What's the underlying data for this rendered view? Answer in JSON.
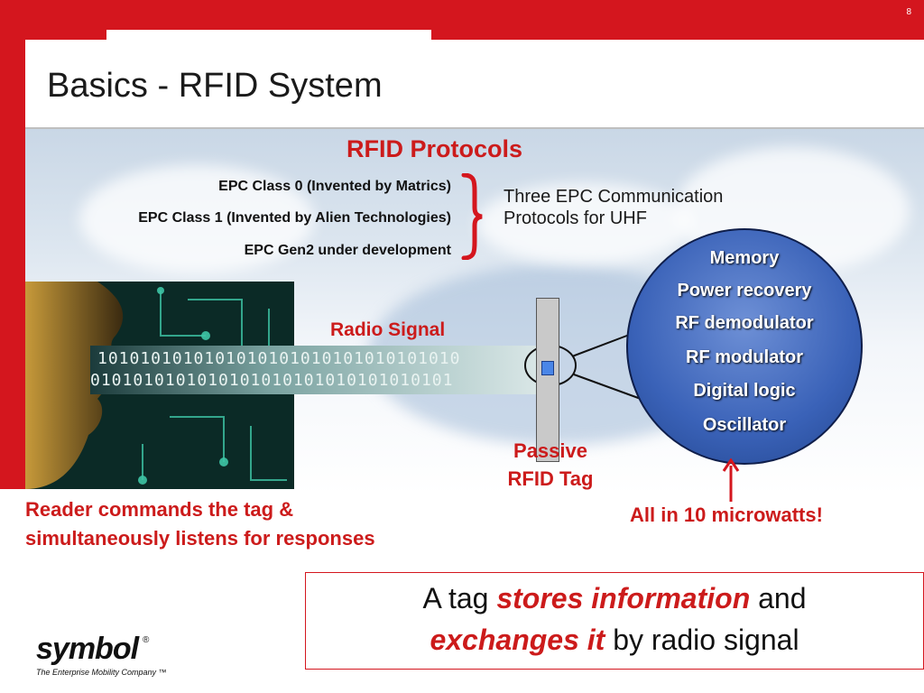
{
  "slide": {
    "page_number": "8",
    "title": "Basics - RFID System"
  },
  "protocols": {
    "heading": "RFID Protocols",
    "items": [
      "EPC Class 0 (Invented by Matrics)",
      "EPC Class 1 (Invented by Alien Technologies)",
      "EPC Gen2 under development"
    ],
    "description_line1": "Three EPC Communication",
    "description_line2": "Protocols for UHF"
  },
  "diagram": {
    "radio_signal_label": "Radio Signal",
    "tag_label_line1": "Passive",
    "tag_label_line2": "RFID Tag",
    "binary_top": "1010101010101010101010101010101010",
    "binary_bottom": "0101010101010101010101010101010101",
    "tag_components": [
      "Memory",
      "Power recovery",
      "RF demodulator",
      "RF modulator",
      "Digital logic",
      "Oscillator"
    ],
    "power_note": "All in 10 microwatts!",
    "reader_note_line1": "Reader commands the tag &",
    "reader_note_line2": "simultaneously listens for responses"
  },
  "summary_box": {
    "l1_pre": "A tag",
    "l1_em": "stores information",
    "l1_post": "and",
    "l2_em": "exchanges it",
    "l2_post": "by radio signal"
  },
  "logo": {
    "wordmark": "symbol",
    "registered": "®",
    "tagline": "The Enterprise Mobility Company ™"
  },
  "colors": {
    "brand_red": "#d4161e",
    "circle_blue": "#3a62b8"
  }
}
